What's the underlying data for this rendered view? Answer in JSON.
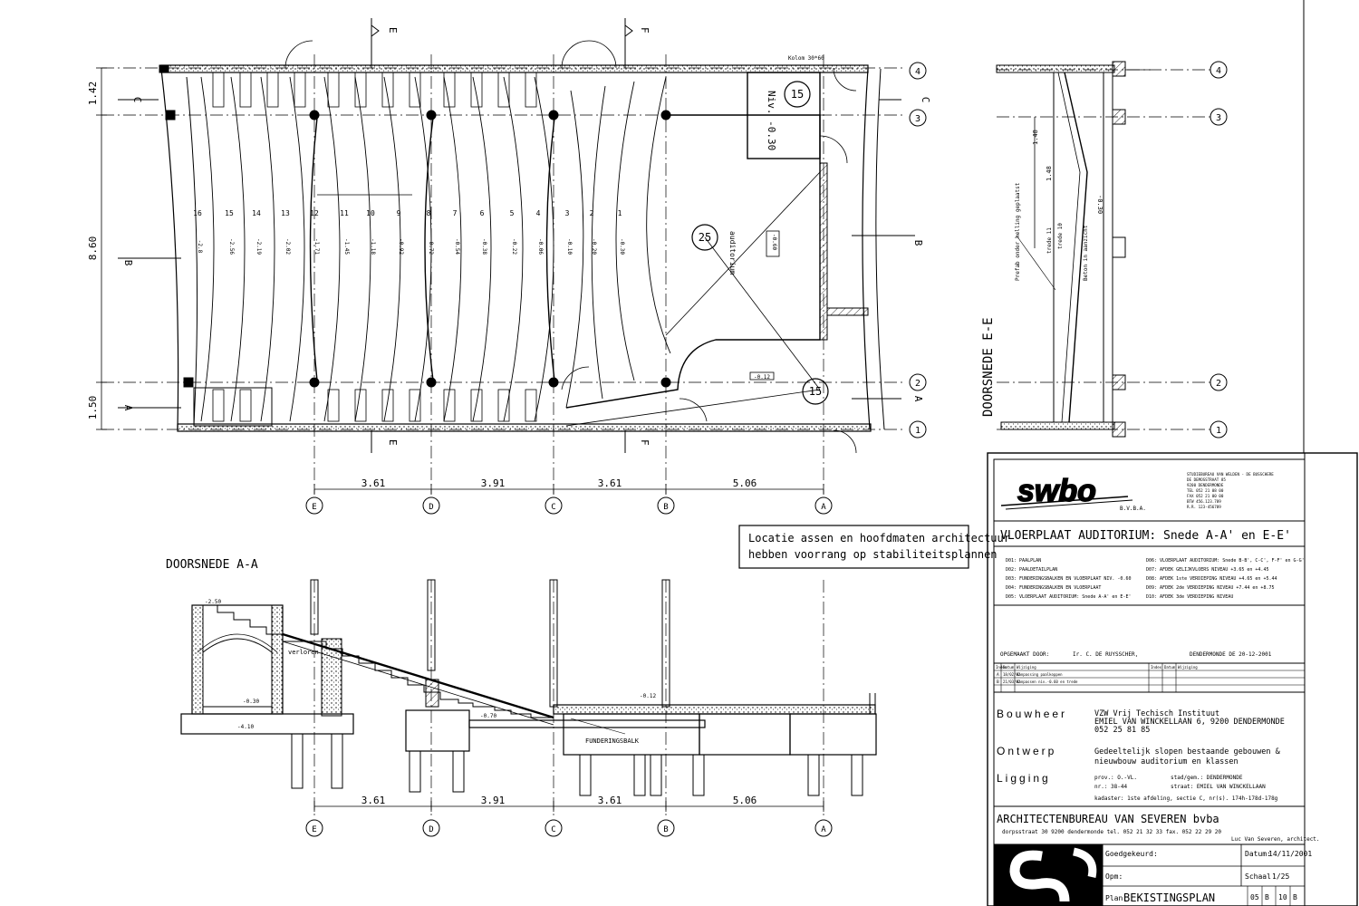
{
  "plan": {
    "dims_left": [
      "1.42",
      "8.60",
      "1.50"
    ],
    "dims_bottom": [
      "3.61",
      "3.91",
      "3.61",
      "5.06"
    ],
    "axes_letters": [
      "E",
      "D",
      "C",
      "B",
      "A"
    ],
    "axes_numbers": [
      "4",
      "3",
      "2",
      "1"
    ],
    "section_marks": [
      "E",
      "F",
      "C",
      "B",
      "A"
    ],
    "rows": [
      "16",
      "15",
      "14",
      "13",
      "12",
      "11",
      "10",
      "9",
      "8",
      "7",
      "6",
      "5",
      "4",
      "3",
      "2",
      "1"
    ],
    "levels": [
      "-2.8",
      "-2.56",
      "-2.19",
      "-2.02",
      "-1.71",
      "-1.45",
      "-1.18",
      "-0.92",
      "-0.72",
      "-0.54",
      "-0.38",
      "-0.22",
      "-0.06",
      "-0.10",
      "-0.20",
      "-0.30"
    ],
    "kolom_label": "Kolom 30*60",
    "circle_15": "15",
    "circle_25": "25",
    "niv_label": "Niv. -0.30",
    "auditorium_label": "auditorium",
    "level_stage": "-0.60",
    "level_right": "-0.12"
  },
  "section_ee": {
    "title": "DOORSNEDE E-E",
    "axes": [
      "4",
      "3",
      "2",
      "1"
    ],
    "dims": [
      "1.48",
      "1.48"
    ],
    "level": "-0.30",
    "note_1": "Prefab onder helling geplaatst",
    "note_2": "Beton in aanzicht",
    "note_3": "trede 11",
    "note_4": "trede 10"
  },
  "note": {
    "line1": "Locatie assen en hoofdmaten architectuur",
    "line2": "hebben voorrang op stabiliteitsplannen"
  },
  "section_aa": {
    "title": "DOORSNEDE A-A",
    "dims": [
      "3.61",
      "3.91",
      "3.61",
      "5.06"
    ],
    "axes": [
      "E",
      "D",
      "C",
      "B",
      "A"
    ],
    "beam_label": "FUNDERINGSBALK",
    "room_label": "verloren",
    "levels": [
      "-2.50",
      "-0.30",
      "-0.12",
      "-0.70",
      "-4.10"
    ]
  },
  "titleblock": {
    "logo": "swbo",
    "logo_sub": "B.V.B.A.",
    "office_lines": [
      "STUDIEBUREAU VAN WELDEN - DE BUSSCHERE",
      "DE DEMOSSTRAAT 85",
      "9200 DENDERMONDE",
      "TEL 052 21 08 00",
      "FAX 052 21 00 00",
      "BTW 456.123.789",
      "R.R. 123-456789"
    ],
    "title": "VLOERPLAAT AUDITORIUM: Snede A-A' en E-E'",
    "refs_left": [
      "D01: PAALPLAN",
      "D02: PAALDETAILPLAN",
      "D03: FUNDERINGSBALKEN EN VLOERPLAAT NIV. -0.60",
      "D04: FUNDERINGSBALKEN EN VLOERPLAAT",
      "D05: VLOERPLAAT AUDITORIUM: Snede A-A' en E-E'"
    ],
    "refs_right": [
      "D06: VLOERPLAAT AUDITORIUM: Snede B-B', C-C', F-F' en G-G'",
      "D07: AFDEK GELIJKVLOERS NIVEAU +3.65 en +4.45",
      "D08: AFDEK 1ste VERDIEPING NIVEAU +4.65 en +5.44",
      "D09: AFDEK 2de VERDIEPING NIVEAU +7.44 en +8.75",
      "D10: AFDEK 3de VERDIEPING NIVEAU"
    ],
    "made_by_label": "OPGEMAAKT DOOR:",
    "made_by": "Ir. C. DE RUYSSCHER,",
    "place_date": "DENDERMONDE DE 20-12-2001",
    "rev_headers": [
      "Index",
      "Datum",
      "Wijziging",
      "Index",
      "Datum",
      "Wijziging"
    ],
    "revisions": [
      {
        "index": "A",
        "date": "18/02/02",
        "text": "Aanpassing paalkoppen"
      },
      {
        "index": "B",
        "date": "21/03/02",
        "text": "Aanpassen niv.-0.60 en trede"
      }
    ],
    "bouwheer_label": "Bouwheer",
    "bouwheer": [
      "VZW Vrij Techisch Instituut",
      "EMIEL VAN WINCKELLAAN 6, 9200 DENDERMONDE",
      "052 25 81 85"
    ],
    "ontwerp_label": "Ontwerp",
    "ontwerp": [
      "Gedeeltelijk slopen bestaande gebouwen &",
      "nieuwbouw auditorium en klassen"
    ],
    "ligging_label": "Ligging",
    "ligging": [
      "prov.: O.-VL.",
      "stad/gem.: DENDERMONDE",
      "nr.: 38-44",
      "straat: EMIEL VAN WINCKELLAAN",
      "kadaster: 1ste afdeling, sectie C, nr(s). 174h-178d-178g"
    ],
    "architect": "ARCHITECTENBUREAU   VAN SEVEREN   bvba",
    "architect_addr": "dorpsstraat 30   9200 dendermonde   tel. 052 21 32 33   fax. 052 22 29 20",
    "architect_sig": "Luc Van Severen, architect.",
    "goedgekeurd_label": "Goedgekeurd:",
    "datum_label": "Datum:",
    "datum": "14/11/2001",
    "opm_label": "Opm:",
    "schaal_label": "Schaal",
    "schaal": "1/25",
    "plan_label": "Plan:",
    "plan_name": "BEKISTINGSPLAN",
    "sheet": [
      "05",
      "B",
      "10",
      "B"
    ]
  }
}
